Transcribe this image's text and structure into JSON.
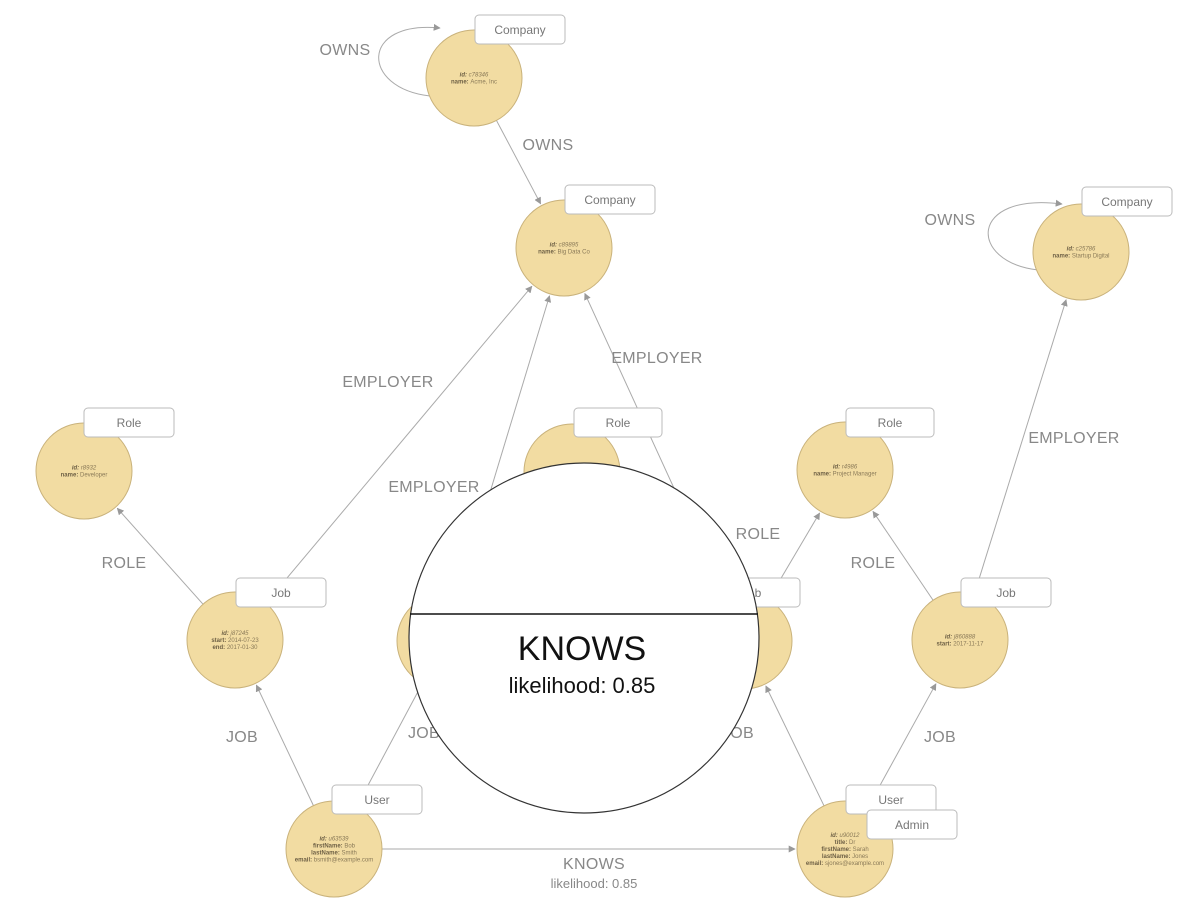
{
  "diagram": {
    "nodes": [
      {
        "id": "acme",
        "caption": "Company",
        "props": [
          {
            "key": "id",
            "value": "c78346",
            "italic": true
          },
          {
            "key": "name",
            "value": "Acme, Inc"
          }
        ]
      },
      {
        "id": "bigdata",
        "caption": "Company",
        "props": [
          {
            "key": "id",
            "value": "c89895",
            "italic": true
          },
          {
            "key": "name",
            "value": "Big Data Co"
          }
        ]
      },
      {
        "id": "startup",
        "caption": "Company",
        "props": [
          {
            "key": "id",
            "value": "c25786",
            "italic": true
          },
          {
            "key": "name",
            "value": "Startup Digital"
          }
        ]
      },
      {
        "id": "role_dev",
        "caption": "Role",
        "props": [
          {
            "key": "id",
            "value": "r8932",
            "italic": true
          },
          {
            "key": "name",
            "value": "Developer"
          }
        ]
      },
      {
        "id": "role_mid",
        "caption": "Role",
        "props": []
      },
      {
        "id": "role_pm",
        "caption": "Role",
        "props": [
          {
            "key": "id",
            "value": "r4986",
            "italic": true
          },
          {
            "key": "name",
            "value": "Project Manager"
          }
        ]
      },
      {
        "id": "job1",
        "caption": "Job",
        "props": [
          {
            "key": "id",
            "value": "j87245",
            "italic": true
          },
          {
            "key": "start",
            "value": "2014-07-23"
          },
          {
            "key": "end",
            "value": "2017-01-30"
          }
        ]
      },
      {
        "id": "job_mid",
        "caption": "",
        "props": []
      },
      {
        "id": "job_hidden",
        "caption": "b",
        "props": []
      },
      {
        "id": "job3",
        "caption": "Job",
        "props": [
          {
            "key": "id",
            "value": "j860888",
            "italic": true
          },
          {
            "key": "start",
            "value": "2017-11-17"
          }
        ]
      },
      {
        "id": "user_bob",
        "caption": "User",
        "props": [
          {
            "key": "id",
            "value": "u63539",
            "italic": true
          },
          {
            "key": "firstName",
            "value": "Bob"
          },
          {
            "key": "lastName",
            "value": "Smith"
          },
          {
            "key": "email",
            "value": "bsmith@example.com"
          }
        ]
      },
      {
        "id": "user_sarah",
        "caption": "User",
        "caption2": "Admin",
        "props": [
          {
            "key": "id",
            "value": "u90012",
            "italic": true
          },
          {
            "key": "title",
            "value": "Dr"
          },
          {
            "key": "firstName",
            "value": "Sarah"
          },
          {
            "key": "lastName",
            "value": "Jones"
          },
          {
            "key": "email",
            "value": "sjones@example.com"
          }
        ]
      }
    ],
    "relationships": [
      {
        "id": "acme_self",
        "type": "OWNS"
      },
      {
        "id": "acme_bigdata",
        "type": "OWNS"
      },
      {
        "id": "startup_self",
        "type": "OWNS"
      },
      {
        "id": "job1_bigdata",
        "type": "EMPLOYER"
      },
      {
        "id": "jobmid_bigdata",
        "type": "EMPLOYER"
      },
      {
        "id": "jobhidden_bigdata",
        "type": "EMPLOYER"
      },
      {
        "id": "job3_startup",
        "type": "EMPLOYER"
      },
      {
        "id": "job1_roledev",
        "type": "ROLE"
      },
      {
        "id": "jobhidden_rolepm",
        "type": "ROLE"
      },
      {
        "id": "job3_rolepm",
        "type": "ROLE"
      },
      {
        "id": "bob_job1",
        "type": "JOB"
      },
      {
        "id": "bob_jobmid",
        "type": "JOB"
      },
      {
        "id": "sarah_jobhidden",
        "type": "JOB"
      },
      {
        "id": "sarah_job3",
        "type": "JOB"
      },
      {
        "id": "bob_sarah",
        "type": "KNOWS",
        "sub": "likelihood: 0.85"
      }
    ],
    "inspector": {
      "title": "KNOWS",
      "sub": "likelihood: 0.85"
    }
  }
}
